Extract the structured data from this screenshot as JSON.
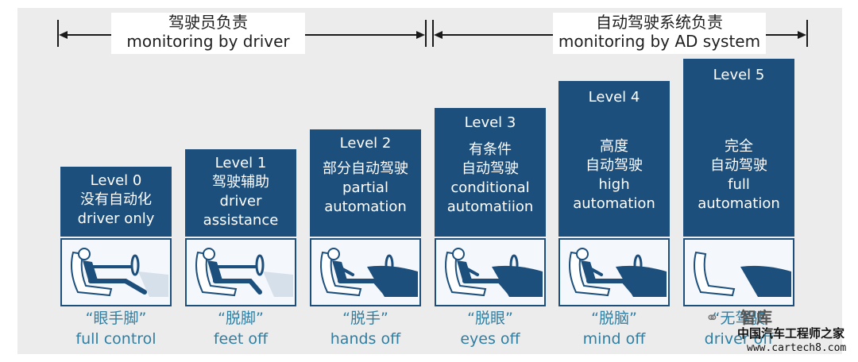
{
  "header": {
    "driver": {
      "zh": "驾驶员负责",
      "en": "monitoring by driver"
    },
    "system": {
      "zh": "自动驾驶系统负责",
      "en": "monitoring by AD system"
    }
  },
  "levels": [
    {
      "title": "Level 0",
      "desc": [
        "没有自动化",
        "driver only"
      ],
      "caption_zh": "“眼手脚”",
      "caption_en": "full control",
      "illustration": "driver-hands-feet-icon"
    },
    {
      "title": "Level 1",
      "desc": [
        "驾驶辅助",
        "driver",
        "assistance"
      ],
      "caption_zh": "“脱脚”",
      "caption_en": "feet off",
      "illustration": "driver-feet-off-icon"
    },
    {
      "title": "Level 2",
      "desc": [
        "部分自动驾驶",
        "partial",
        "automation"
      ],
      "caption_zh": "“脱手”",
      "caption_en": "hands off",
      "illustration": "driver-hands-off-icon"
    },
    {
      "title": "Level 3",
      "desc": [
        "有条件",
        "自动驾驶",
        "conditional",
        "automatiion"
      ],
      "caption_zh": "“脱眼”",
      "caption_en": "eyes off",
      "illustration": "driver-eyes-off-icon"
    },
    {
      "title": "Level 4",
      "desc": [
        "高度",
        "自动驾驶",
        "high",
        "automation"
      ],
      "caption_zh": "“脱脑”",
      "caption_en": "mind off",
      "illustration": "driver-mind-off-icon"
    },
    {
      "title": "Level 5",
      "desc": [
        "完全",
        "自动驾驶",
        "full",
        "automation"
      ],
      "caption_zh": "“无驾驶",
      "caption_en": "driver off",
      "illustration": "empty-seat-icon"
    }
  ],
  "watermark": {
    "logo": "wechat-icon",
    "name": "智库",
    "cn": "中国汽车工程师之家",
    "url": "www.cartech8.com"
  },
  "colors": {
    "box": "#1c4f7c",
    "caption": "#2e7fa3",
    "background": "#ececec",
    "arrow": "#1a1a1a"
  }
}
